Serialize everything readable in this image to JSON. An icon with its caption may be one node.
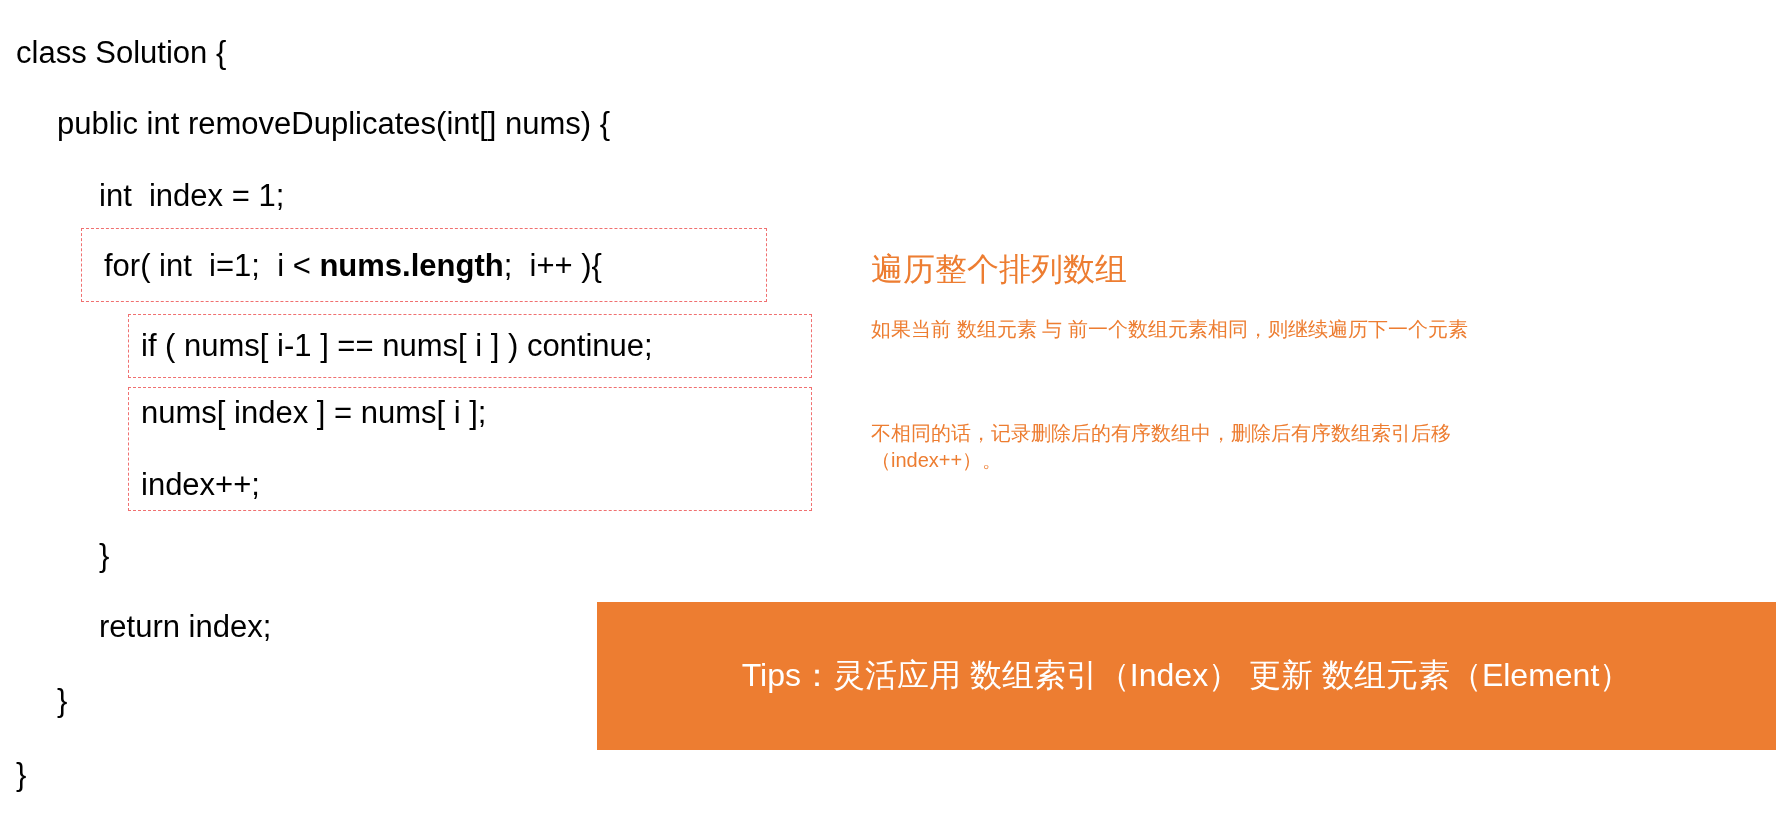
{
  "diagram": {
    "nodes": [
      {
        "text": [
          "for( int  i=1;  i < **nums.length**;  i++ ){"
        ]
      },
      {
        "text": [
          "if ( nums[ i-1 ] == nums[ i ] ) continue;"
        ]
      },
      {
        "text": [
          "nums[ index ] = nums[ i ];",
          "index++;"
        ]
      },
      {
        "text": [
          "Tips：灵活应用 数组索引（Index） 更新 数组元素（Element）"
        ]
      }
    ],
    "edges": [],
    "labels": [
      "class Solution {",
      "public int removeDuplicates(int[] nums) {",
      "int  index = 1;",
      "}",
      "return index;",
      "}",
      "}",
      "遍历整个排列数组",
      "如果当前 数组元素 与 前一个数组元素相同，则继续遍历下一个元素",
      "不相同的话，记录删除后的有序数组中，删除后有序数组索引后移（index++）。"
    ]
  }
}
